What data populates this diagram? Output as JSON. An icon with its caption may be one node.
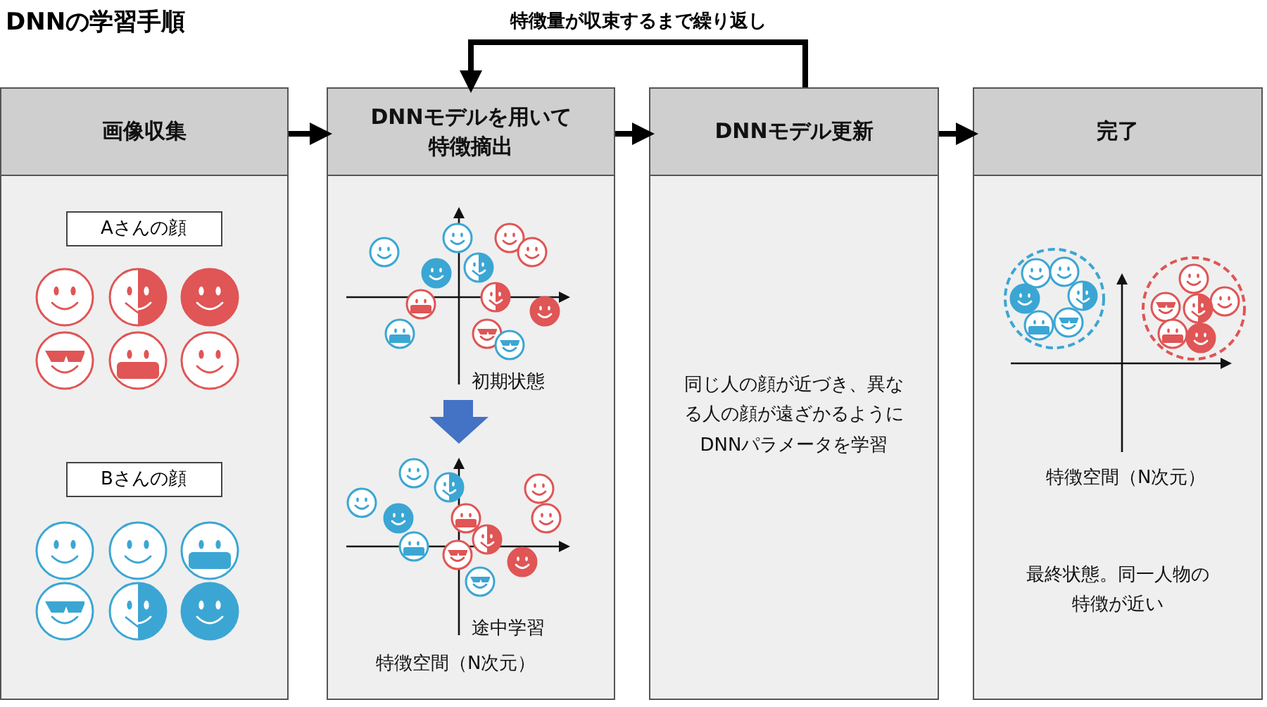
{
  "diagram": {
    "title": "DNNの学習手順",
    "nodes": [
      {
        "text": [
          "画像収集"
        ]
      },
      {
        "text": [
          "Aさんの顔"
        ],
        "in": 0
      },
      {
        "text": [
          "Bさんの顔"
        ],
        "in": 0
      },
      {
        "text": [
          "DNNモデルを用いて特徴摘出"
        ]
      },
      {
        "text": [
          "DNNモデル更新",
          "同じ人の顔が近づき、異なる人の顔が遠ざかるようにDNNパラメータを学習"
        ]
      },
      {
        "text": [
          "完了"
        ]
      }
    ],
    "edges": [
      {
        "from": 0,
        "to": 3,
        "arrow": "to"
      },
      {
        "from": 3,
        "to": 4,
        "arrow": "to"
      },
      {
        "from": 4,
        "to": 3,
        "arrow": "to",
        "label": "特徴量が収束するまで繰り返し"
      },
      {
        "from": 4,
        "to": 5,
        "arrow": "to"
      }
    ],
    "labels": [
      "初期状態",
      "途中学習",
      "特徴空間（N次元）",
      "特徴空間（N次元）",
      "最終状態。同一人物の特徴が近い"
    ]
  }
}
